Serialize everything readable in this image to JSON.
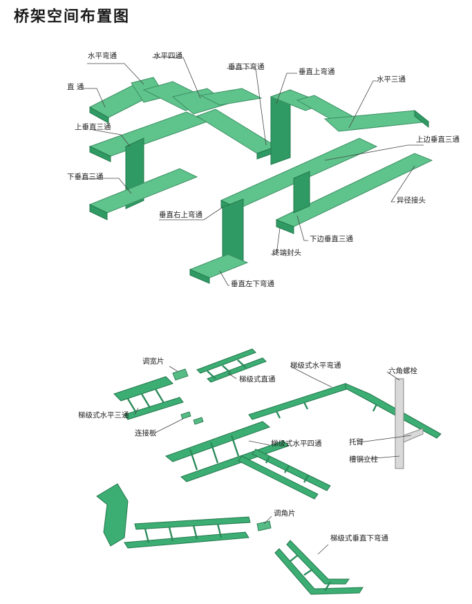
{
  "title": "桥架空间布置图",
  "colors": {
    "tray": "#5fc38c",
    "tray_side": "#2f9a63",
    "rail": "#3cae73",
    "column": "#d9d9d9"
  },
  "top_labels": [
    "水平弯通",
    "水平四通",
    "垂直下弯通",
    "垂直上弯通",
    "水平三通",
    "直  通",
    "上垂直三通",
    "上边垂直三通",
    "下垂直三通",
    "异径接头",
    "垂直右上弯通",
    "下边垂直三通",
    "终端封头",
    "垂直左下弯通"
  ],
  "bottom_labels": [
    "调宽片",
    "梯级式直通",
    "梯级式水平弯通",
    "六角螺栓",
    "梯级式水平三通",
    "连接板",
    "梯级式水平四通",
    "托臂",
    "槽钢立柱",
    "调角片",
    "梯级式垂直下弯通"
  ]
}
